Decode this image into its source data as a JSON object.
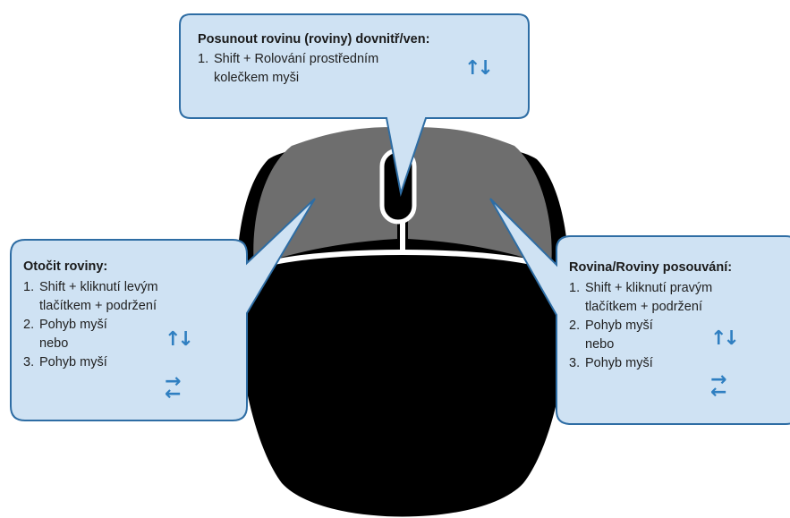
{
  "colors": {
    "callout_fill": "#cfe2f3",
    "callout_border": "#2e6da4",
    "mouse_body": "#000000",
    "mouse_buttons": "#6e6e6e",
    "arrow_color": "#2f7fc1"
  },
  "top": {
    "title": "Posunout rovinu (roviny) dovnitř/ven:",
    "step1_num": "1.",
    "step1_line1": "Shift + Rolování prostředním",
    "step1_line2": "kolečkem myši",
    "arrow_icon": "up-down-arrows-icon"
  },
  "left": {
    "title": "Otočit roviny:",
    "step1_num": "1.",
    "step1_line1": "Shift + kliknutí levým",
    "step1_line2": "tlačítkem + podržení",
    "step2_num": "2.",
    "step2_line1": "Pohyb myší",
    "step2_line2": "nebo",
    "step3_num": "3.",
    "step3_line1": "Pohyb myší"
  },
  "right": {
    "title": "Rovina/Roviny posouvání:",
    "step1_num": "1.",
    "step1_line1": "Shift + kliknutí pravým",
    "step1_line2": "tlačítkem + podržení",
    "step2_num": "2.",
    "step2_line1": "Pohyb myší",
    "step2_line2": "nebo",
    "step3_num": "3.",
    "step3_line1": "Pohyb myší"
  }
}
